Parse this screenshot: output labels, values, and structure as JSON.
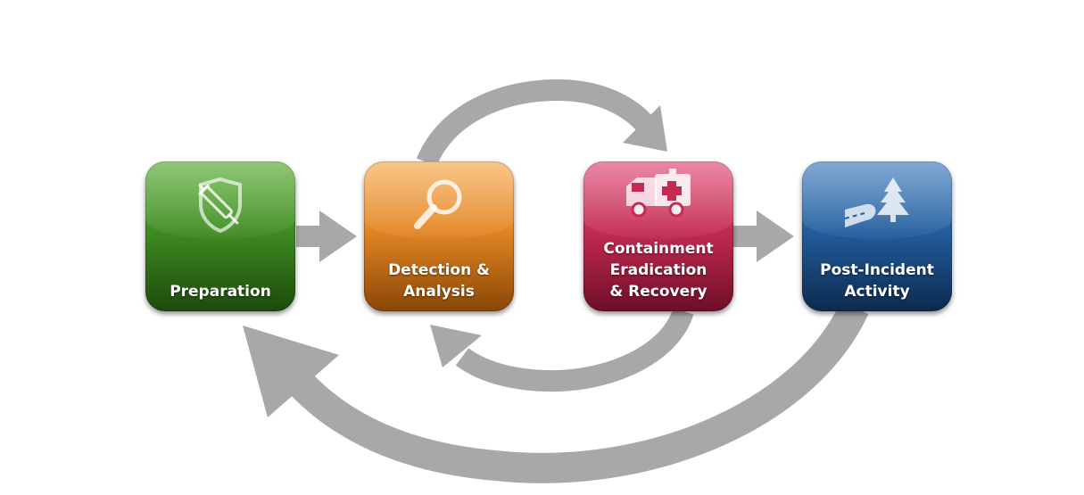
{
  "diagram": {
    "phases": [
      {
        "label_lines": [
          "Preparation"
        ],
        "icon": "shield-syringe-icon",
        "color": "#3f8d21"
      },
      {
        "label_lines": [
          "Detection &",
          "Analysis"
        ],
        "icon": "magnifier-icon",
        "color": "#e48624"
      },
      {
        "label_lines": [
          "Containment",
          "Eradication",
          "& Recovery"
        ],
        "icon": "ambulance-icon",
        "color": "#c52b52"
      },
      {
        "label_lines": [
          "Post-Incident",
          "Activity"
        ],
        "icon": "tree-road-icon",
        "color": "#235e9f"
      }
    ],
    "arrow_color": "#a8a8a8",
    "flows": [
      {
        "from": "Preparation",
        "to": "Detection & Analysis",
        "type": "straight"
      },
      {
        "from": "Detection & Analysis",
        "to": "Containment Eradication & Recovery",
        "type": "curved-over"
      },
      {
        "from": "Containment Eradication & Recovery",
        "to": "Detection & Analysis",
        "type": "curved-under"
      },
      {
        "from": "Containment Eradication & Recovery",
        "to": "Post-Incident Activity",
        "type": "straight"
      },
      {
        "from": "Post-Incident Activity",
        "to": "Preparation",
        "type": "curved-under"
      }
    ]
  }
}
